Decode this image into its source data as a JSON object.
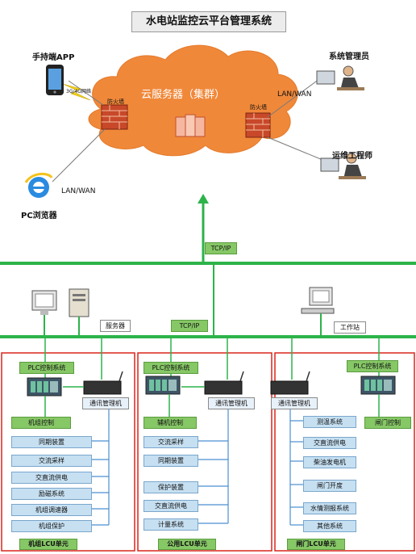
{
  "title": "水电站监控云平台管理系统",
  "cloud": {
    "label": "云服务器（集群）",
    "firewall_left": "防火墙",
    "firewall_right": "防火墙"
  },
  "top_left": {
    "mobile_app": "手持端APP",
    "mobile_net": "3G/4G网络",
    "browser_lan": "LAN/WAN",
    "browser": "PC浏览器"
  },
  "top_right": {
    "admin": "系统管理员",
    "lan": "LAN/WAN",
    "engineer": "运维工程师"
  },
  "tcp_top": "TCP/IP",
  "tcp_mid": "TCP/IP",
  "server_label": "服务器",
  "workstation_label": "工作站",
  "units": [
    {
      "plc": "PLC控制系统",
      "comm": "通讯管理机",
      "control": "机组控制",
      "items": [
        "同期装置",
        "交流采样",
        "交直流供电",
        "励磁系统",
        "机组调速器",
        "机组保护"
      ],
      "footer": "机组LCU单元"
    },
    {
      "plc": "PLC控制系统",
      "comm": "通讯管理机",
      "control": "辅机控制",
      "items": [
        "交流采样",
        "同期装置",
        "保护装置",
        "交直流供电",
        "计量系统"
      ],
      "footer": "公用LCU单元"
    },
    {
      "plc": "PLC控制系统",
      "comm": "通讯管理机",
      "control": "闸门控制",
      "items": [
        "测温系统",
        "交直流供电",
        "柴油发电机",
        "闸门开度",
        "水情测报系统",
        "其他系统"
      ],
      "footer": "闸门LCU单元"
    }
  ],
  "colors": {
    "network_green": "#2db34a",
    "cloud_orange": "#f0883a",
    "unit_border": "#d9261c",
    "box_green": "#86c766",
    "box_blue": "#c6e0f2"
  }
}
